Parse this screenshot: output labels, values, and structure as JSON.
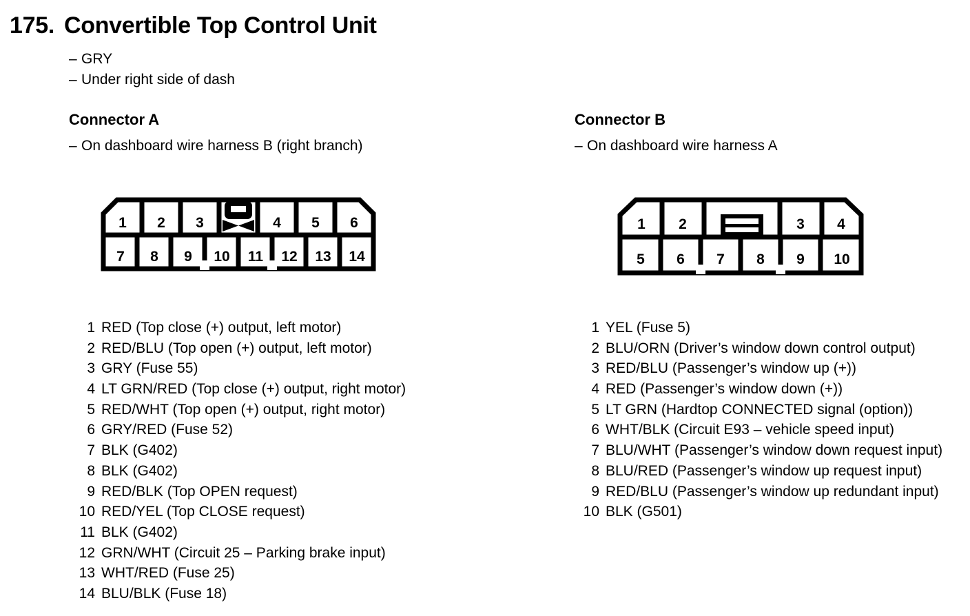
{
  "document": {
    "section_number": "175.",
    "title": "Convertible Top Control Unit",
    "notes": [
      "GRY",
      "Under right side of dash"
    ],
    "dash": "–"
  },
  "connectors": [
    {
      "id": "A",
      "heading": "Connector A",
      "location_note": "On dashboard wire harness B (right branch)",
      "diagram": {
        "top_row": [
          "1",
          "2",
          "3",
          "",
          "4",
          "5",
          "6"
        ],
        "bottom_row": [
          "7",
          "8",
          "9",
          "10",
          "11",
          "12",
          "13",
          "14"
        ],
        "lock_symbol": "bowtie-lock-tab",
        "outline_color": "#000000",
        "fill_color": "#ffffff"
      },
      "pins": [
        {
          "no": "1",
          "desc": "RED (Top close (+) output, left motor)"
        },
        {
          "no": "2",
          "desc": "RED/BLU (Top open (+) output, left motor)"
        },
        {
          "no": "3",
          "desc": "GRY (Fuse 55)"
        },
        {
          "no": "4",
          "desc": "LT GRN/RED (Top close (+) output, right motor)"
        },
        {
          "no": "5",
          "desc": "RED/WHT (Top open (+) output, right motor)"
        },
        {
          "no": "6",
          "desc": "GRY/RED (Fuse 52)"
        },
        {
          "no": "7",
          "desc": "BLK (G402)"
        },
        {
          "no": "8",
          "desc": "BLK (G402)"
        },
        {
          "no": "9",
          "desc": "RED/BLK (Top OPEN request)"
        },
        {
          "no": "10",
          "desc": "RED/YEL (Top CLOSE request)"
        },
        {
          "no": "11",
          "desc": "BLK (G402)"
        },
        {
          "no": "12",
          "desc": "GRN/WHT (Circuit 25 – Parking brake input)"
        },
        {
          "no": "13",
          "desc": "WHT/RED (Fuse 25)"
        },
        {
          "no": "14",
          "desc": "BLU/BLK (Fuse 18)"
        }
      ]
    },
    {
      "id": "B",
      "heading": "Connector B",
      "location_note": "On dashboard wire harness A",
      "diagram": {
        "top_row": [
          "1",
          "2",
          "",
          "3",
          "4"
        ],
        "bottom_row": [
          "5",
          "6",
          "7",
          "8",
          "9",
          "10"
        ],
        "lock_symbol": "slotted-bar-lock-tab",
        "outline_color": "#000000",
        "fill_color": "#ffffff"
      },
      "pins": [
        {
          "no": "1",
          "desc": "YEL (Fuse 5)"
        },
        {
          "no": "2",
          "desc": "BLU/ORN (Driver’s window down control output)"
        },
        {
          "no": "3",
          "desc": "RED/BLU (Passenger’s window up (+))"
        },
        {
          "no": "4",
          "desc": "RED (Passenger’s window down (+))"
        },
        {
          "no": "5",
          "desc": "LT GRN (Hardtop CONNECTED signal (option))"
        },
        {
          "no": "6",
          "desc": "WHT/BLK (Circuit E93 – vehicle speed input)"
        },
        {
          "no": "7",
          "desc": "BLU/WHT (Passenger’s window down request input)"
        },
        {
          "no": "8",
          "desc": "BLU/RED (Passenger’s window up request input)"
        },
        {
          "no": "9",
          "desc": "RED/BLU (Passenger’s window up redundant input)"
        },
        {
          "no": "10",
          "desc": "BLK (G501)"
        }
      ]
    }
  ]
}
